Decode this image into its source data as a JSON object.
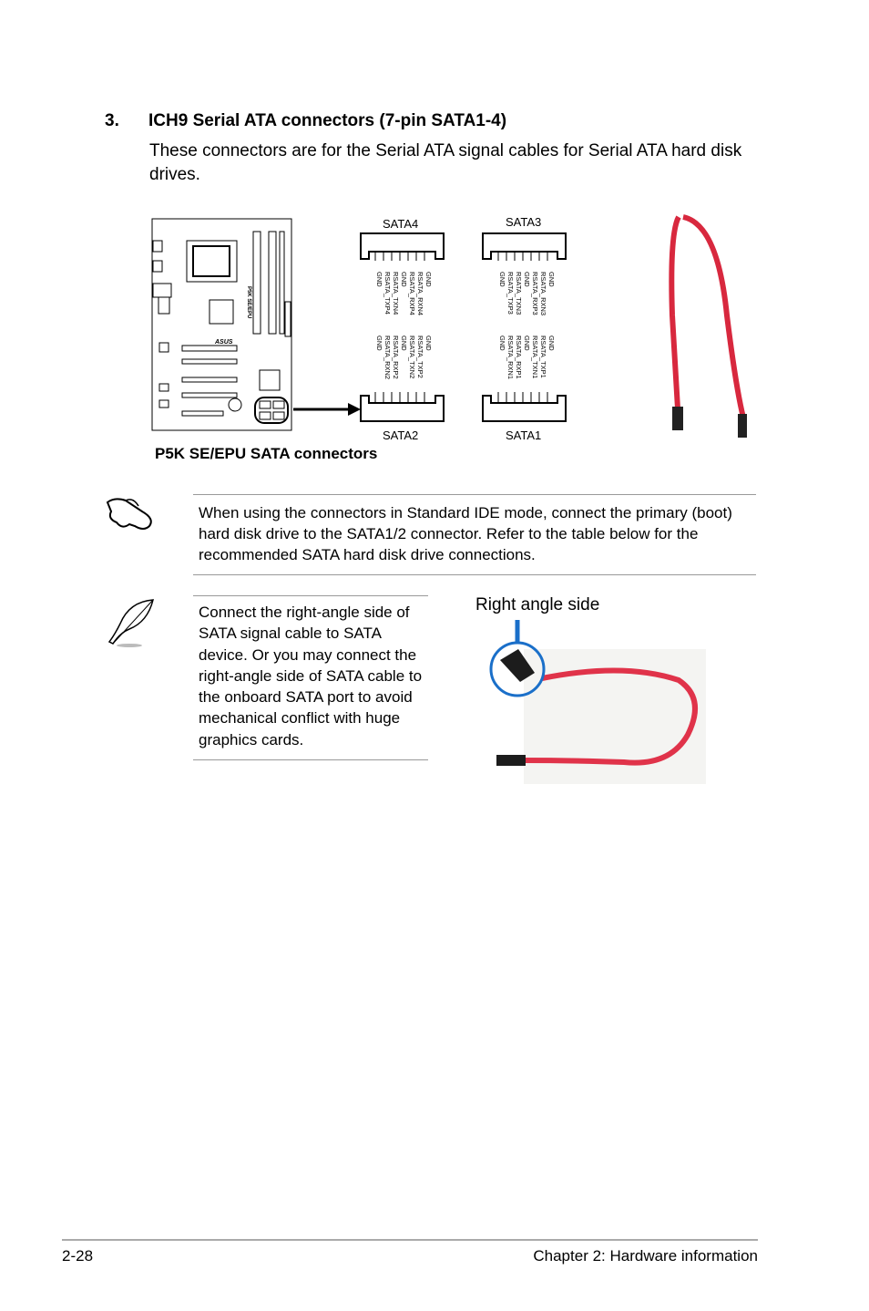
{
  "section": {
    "number": "3.",
    "title": "ICH9 Serial ATA connectors (7-pin SATA1-4)",
    "intro": "These connectors are for the Serial ATA signal cables for Serial ATA hard disk drives."
  },
  "diagram": {
    "caption": "P5K SE/EPU SATA connectors",
    "board_label": "P5K SE/EPU",
    "brand": "ASUS",
    "connectors": {
      "sata4": "SATA4",
      "sata3": "SATA3",
      "sata2": "SATA2",
      "sata1": "SATA1"
    },
    "pins": {
      "sata4": [
        "GND",
        "RSATA_TXP4",
        "RSATA_TXN4",
        "GND",
        "RSATA_RXP4",
        "RSATA_RXN4",
        "GND"
      ],
      "sata3": [
        "GND",
        "RSATA_TXP3",
        "RSATA_TXN3",
        "GND",
        "RSATA_RXP3",
        "RSATA_RXN3",
        "GND"
      ],
      "sata2": [
        "GND",
        "RSATA_RXN2",
        "RSATA_RXP2",
        "GND",
        "RSATA_TXN2",
        "RSATA_TXP2",
        "GND"
      ],
      "sata1": [
        "GND",
        "RSATA_RXN1",
        "RSATA_RXP1",
        "GND",
        "RSATA_TXN1",
        "RSATA_TXP1",
        "GND"
      ]
    }
  },
  "notes": {
    "ide_note": "When using the connectors in Standard IDE mode, connect the primary (boot) hard disk drive to the SATA1/2 connector. Refer to the table below for the recommended SATA hard disk drive connections.",
    "cable_note": "Connect the right-angle side of SATA signal cable to SATA device. Or you may connect the right-angle side of SATA cable to the onboard SATA port to avoid mechanical conflict with huge graphics cards.",
    "right_angle_label": "Right angle side"
  },
  "icons": {
    "note_hand": "pointing-hand-icon",
    "note_feather": "feather-quill-icon"
  },
  "colors": {
    "cable_red": "#e0334a",
    "highlight_blue": "#1a6fc9"
  },
  "footer": {
    "page_number": "2-28",
    "chapter": "Chapter 2: Hardware information"
  }
}
